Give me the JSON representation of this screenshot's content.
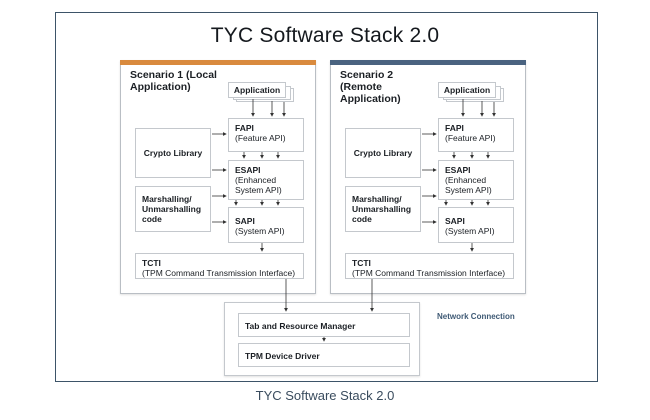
{
  "title": "TYC Software Stack 2.0",
  "caption": "TYC Software Stack 2.0",
  "colors": {
    "frame": "#3d5468",
    "scenario1_bar": "#d98a3e",
    "scenario2_bar": "#4a6380",
    "network_text": "#3f5a75"
  },
  "scenario1": {
    "title": "Scenario 1 (Local Application)",
    "application": "Application",
    "fapi": {
      "title": "FAPI",
      "sub": "(Feature API)"
    },
    "crypto": "Crypto Library",
    "esapi": {
      "title": "ESAPI",
      "sub1": "(Enhanced",
      "sub2": "System API)"
    },
    "marshalling": {
      "line1": "Marshalling/",
      "line2": "Unmarshalling",
      "line3": "code"
    },
    "sapi": {
      "title": "SAPI",
      "sub": "(System API)"
    },
    "tcti": {
      "title": "TCTI",
      "sub": "(TPM Command Transmission Interface)"
    }
  },
  "scenario2": {
    "title": "Scenario 2 (Remote Application)",
    "application": "Application",
    "fapi": {
      "title": "FAPI",
      "sub": "(Feature API)"
    },
    "crypto": "Crypto Library",
    "esapi": {
      "title": "ESAPI",
      "sub1": "(Enhanced",
      "sub2": "System API)"
    },
    "marshalling": {
      "line1": "Marshalling/",
      "line2": "Unmarshalling",
      "line3": "code"
    },
    "sapi": {
      "title": "SAPI",
      "sub": "(System API)"
    },
    "tcti": {
      "title": "TCTI",
      "sub": "(TPM Command Transmission Interface)"
    }
  },
  "lower": {
    "tab_resource_manager": "Tab and Resource Manager",
    "tpm_device_driver": "TPM Device Driver"
  },
  "network_connection": "Network Connection"
}
